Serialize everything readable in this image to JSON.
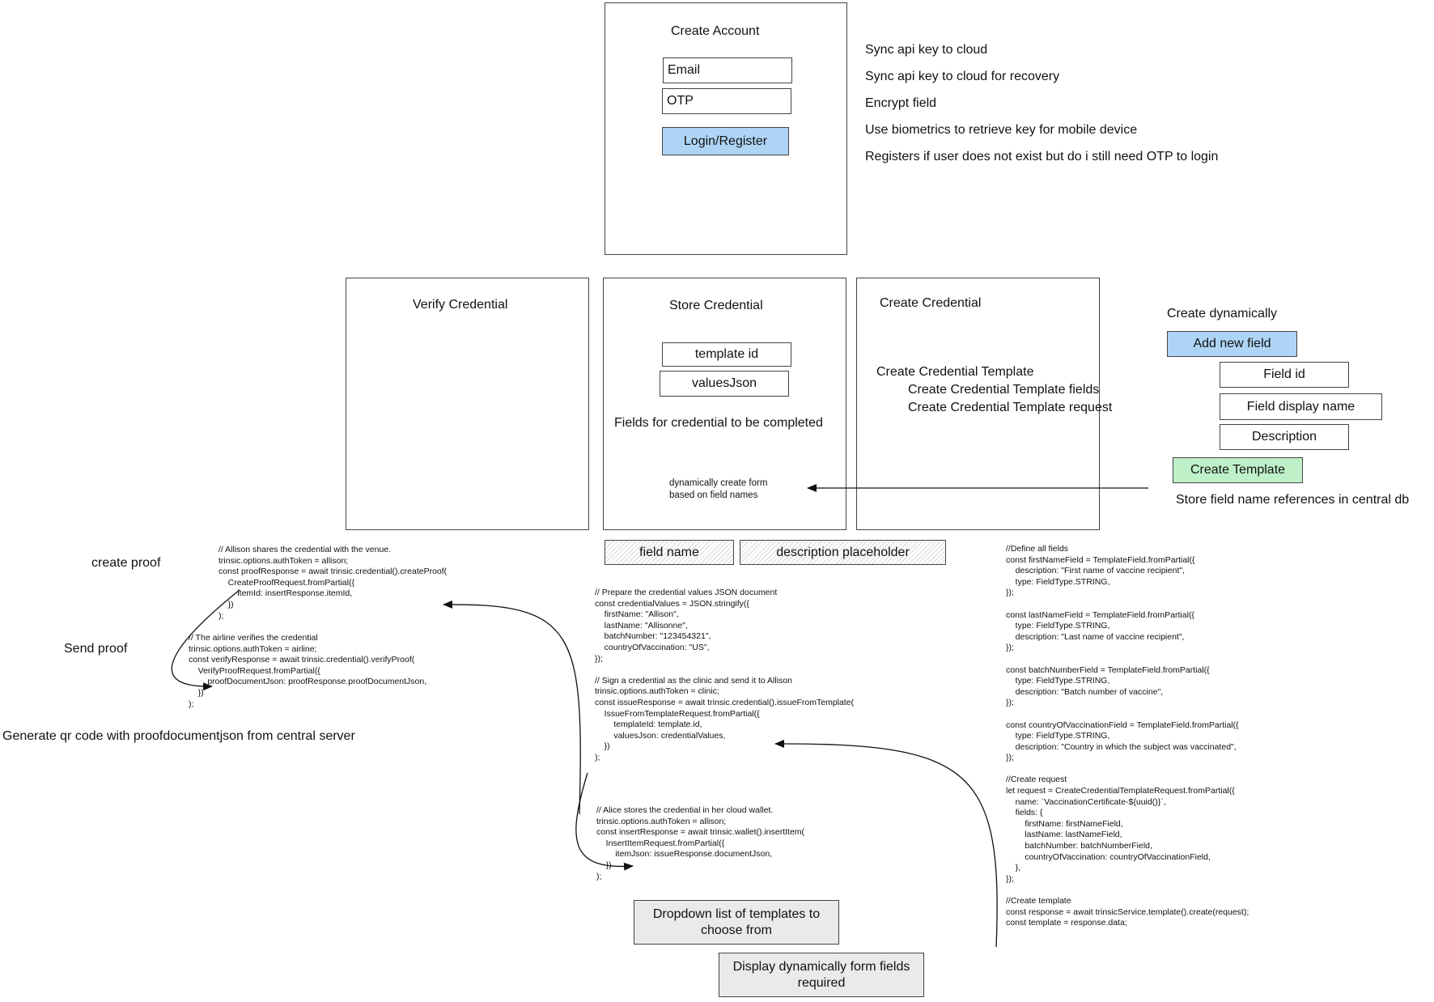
{
  "create_account": {
    "title": "Create Account",
    "email_label": "Email",
    "otp_label": "OTP",
    "login_button": "Login/Register"
  },
  "notes": [
    "Sync api key to cloud",
    "Sync api key to cloud for recovery",
    "Encrypt field",
    "Use biometrics to retrieve key for mobile device",
    "Registers if user does not exist but do i still need OTP to login"
  ],
  "verify": {
    "title": "Verify Credential"
  },
  "store": {
    "title": "Store Credential",
    "template_id": "template id",
    "values_json": "valuesJson",
    "fields_text": "Fields for credential to be completed",
    "dynamic_form_text": "dynamically create form\nbased on field names"
  },
  "create_credential": {
    "title": "Create Credential",
    "line1": "Create Credential Template",
    "line2": "Create Credential Template fields",
    "line3": "Create Credential Template request"
  },
  "dynamic": {
    "title": "Create dynamically",
    "add_button": "Add new field",
    "field_id": "Field id",
    "field_display_name": "Field display name",
    "description": "Description",
    "create_template_button": "Create Template",
    "store_note": "Store field name references in central db"
  },
  "placeholders": {
    "field_name": "field name",
    "description_placeholder": "description placeholder"
  },
  "left_labels": {
    "create_proof": "create proof",
    "send_proof": "Send proof",
    "generate_qr": "Generate qr code with proofdocumentjson from central server"
  },
  "code": {
    "create_proof": "// Allison shares the credential with the venue.\ntrinsic.options.authToken = allison;\nconst proofResponse = await trinsic.credential().createProof(\n    CreateProofRequest.fromPartial({\n        itemId: insertResponse.itemId,\n    })\n);",
    "verify_proof": "// The airline verifies the credential\ntrinsic.options.authToken = airline;\nconst verifyResponse = await trinsic.credential().verifyProof(\n    VerifyProofRequest.fromPartial({\n        proofDocumentJson: proofResponse.proofDocumentJson,\n    })\n);",
    "issue": "// Prepare the credential values JSON document\nconst credentialValues = JSON.stringify({\n    firstName: \"Allison\",\n    lastName: \"Allisonne\",\n    batchNumber: \"123454321\",\n    countryOfVaccination: \"US\",\n});\n\n// Sign a credential as the clinic and send it to Allison\ntrinsic.options.authToken = clinic;\nconst issueResponse = await trinsic.credential().issueFromTemplate(\n    IssueFromTemplateRequest.fromPartial({\n        templateId: template.id,\n        valuesJson: credentialValues,\n    })\n);",
    "insert": "// Alice stores the credential in her cloud wallet.\ntrinsic.options.authToken = allison;\nconst insertResponse = await trinsic.wallet().insertItem(\n    InsertItemRequest.fromPartial({\n        itemJson: issueResponse.documentJson,\n    })\n);",
    "template": "//Define all fields\nconst firstNameField = TemplateField.fromPartial({\n    description: \"First name of vaccine recipient\",\n    type: FieldType.STRING,\n});\n\nconst lastNameField = TemplateField.fromPartial({\n    type: FieldType.STRING,\n    description: \"Last name of vaccine recipient\",\n});\n\nconst batchNumberField = TemplateField.fromPartial({\n    type: FieldType.STRING,\n    description: \"Batch number of vaccine\",\n});\n\nconst countryOfVaccinationField = TemplateField.fromPartial({\n    type: FieldType.STRING,\n    description: \"Country in which the subject was vaccinated\",\n});\n\n//Create request\nlet request = CreateCredentialTemplateRequest.fromPartial({\n    name: `VaccinationCertificate-${uuid()}`,\n    fields: {\n        firstName: firstNameField,\n        lastName: lastNameField,\n        batchNumber: batchNumberField,\n        countryOfVaccination: countryOfVaccinationField,\n    },\n});\n\n//Create template\nconst response = await trinsicService.template().create(request);\nconst template = response.data;"
  },
  "bottom": {
    "dropdown": "Dropdown list of templates to choose from",
    "display": "Display dynamically form fields required"
  },
  "colors": {
    "button_blue": "#aed4f5",
    "button_green": "#bff1c8",
    "note_gray": "#e8eaec"
  }
}
